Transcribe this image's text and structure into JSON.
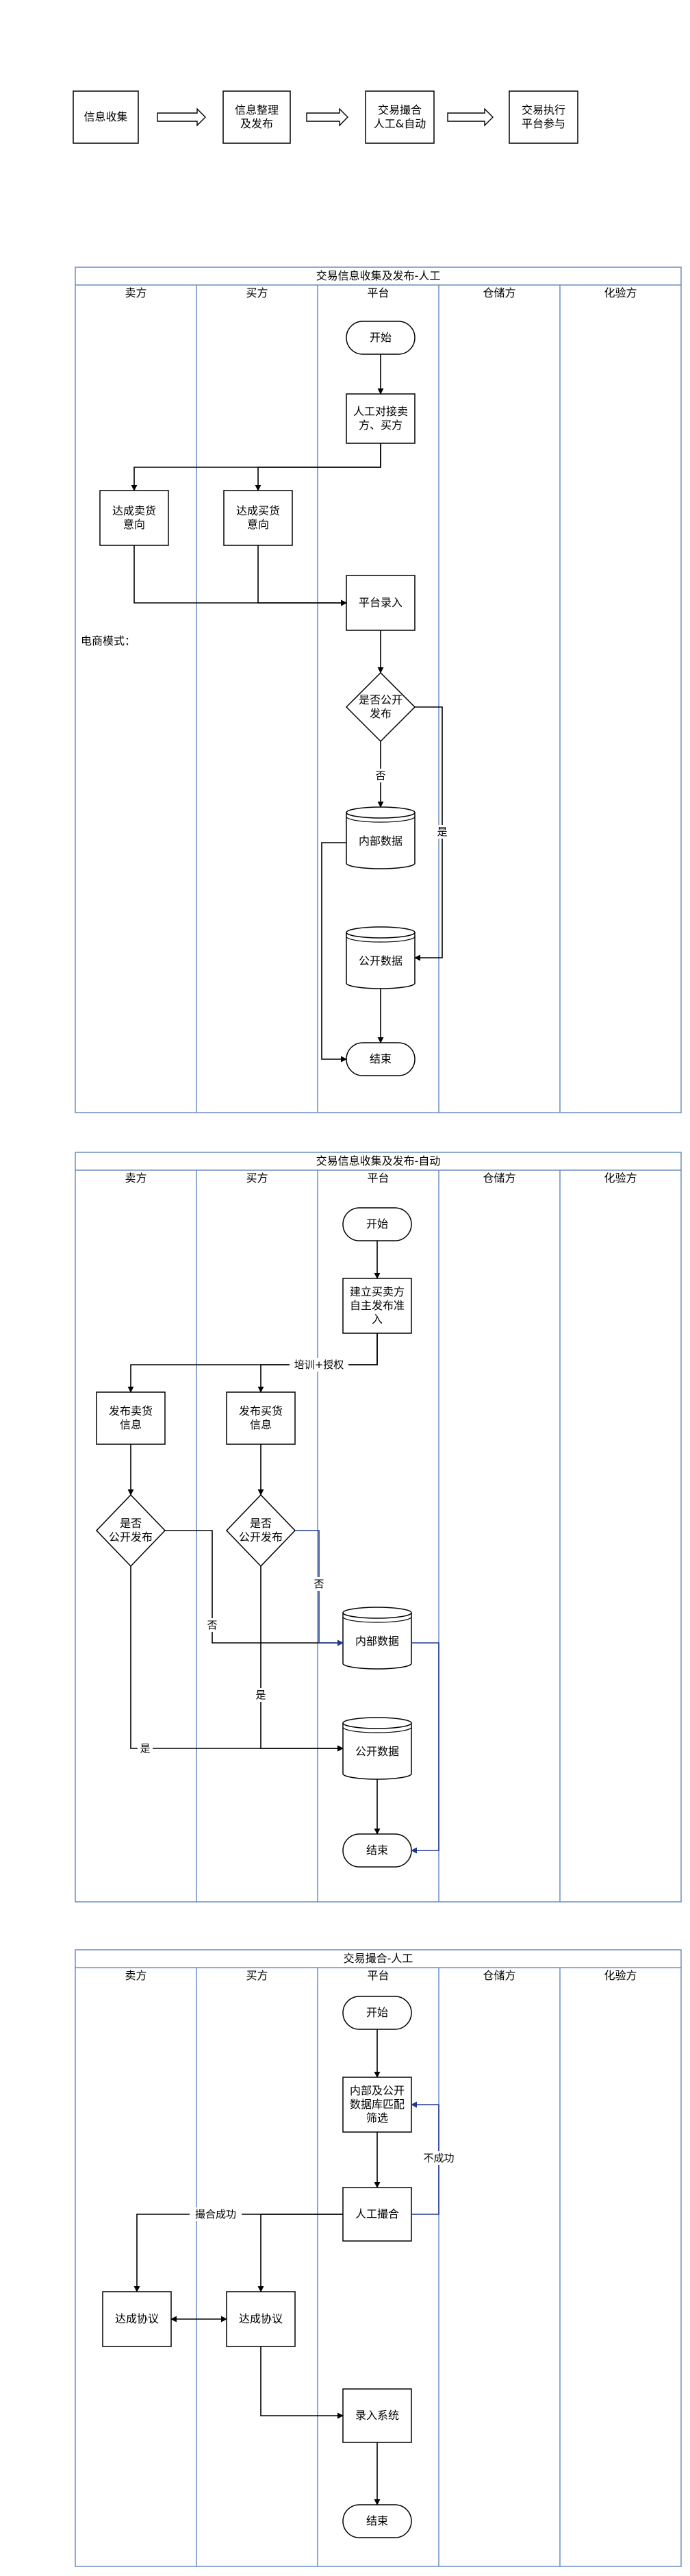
{
  "colors": {
    "stroke": "#000000",
    "frame": "#6c8ebf",
    "fill": "#ffffff",
    "edge_highlight": "#1f3a93"
  },
  "overview": {
    "steps": [
      "信息收集",
      "信息整理\n及发布",
      "交易撮合\n人工&自动",
      "交易执行\n平台参与"
    ]
  },
  "note": "电商模式：",
  "panels": [
    {
      "title": "交易信息收集及发布-人工",
      "lanes": [
        "卖方",
        "买方",
        "平台",
        "仓储方",
        "化验方"
      ],
      "nodes": {
        "p1_start": "开始",
        "p1_contact": "人工对接卖\n方、买方",
        "p1_sell": "达成卖货\n意向",
        "p1_buy": "达成买货\n意向",
        "p1_entry": "平台录入",
        "p1_decide": "是否公开\n发布",
        "p1_internal": "内部数据",
        "p1_public": "公开数据",
        "p1_end": "结束"
      },
      "edge_labels": {
        "p1_no": "否",
        "p1_yes": "是"
      }
    },
    {
      "title": "交易信息收集及发布-自动",
      "lanes": [
        "卖方",
        "买方",
        "平台",
        "仓储方",
        "化验方"
      ],
      "nodes": {
        "p2_start": "开始",
        "p2_setup": "建立买卖方\n自主发布准\n入",
        "p2_sellpub": "发布卖货\n信息",
        "p2_buypub": "发布买货\n信息",
        "p2_dec_s": "是否\n公开发布",
        "p2_dec_b": "是否\n公开发布",
        "p2_internal": "内部数据",
        "p2_public": "公开数据",
        "p2_end": "结束"
      },
      "edge_labels": {
        "p2_train": "培训+授权",
        "p2_no_s": "否",
        "p2_no_b": "否",
        "p2_yes_b": "是",
        "p2_yes_s": "是"
      }
    },
    {
      "title": "交易撮合-人工",
      "lanes": [
        "卖方",
        "买方",
        "平台",
        "仓储方",
        "化验方"
      ],
      "nodes": {
        "p3_start": "开始",
        "p3_match": "内部及公开\n数据库匹配\n筛选",
        "p3_manual": "人工撮合",
        "p3_agree_s": "达成协议",
        "p3_agree_b": "达成协议",
        "p3_record": "录入系统",
        "p3_end": "结束"
      },
      "edge_labels": {
        "p3_fail": "不成功",
        "p3_success": "撮合成功"
      }
    }
  ]
}
